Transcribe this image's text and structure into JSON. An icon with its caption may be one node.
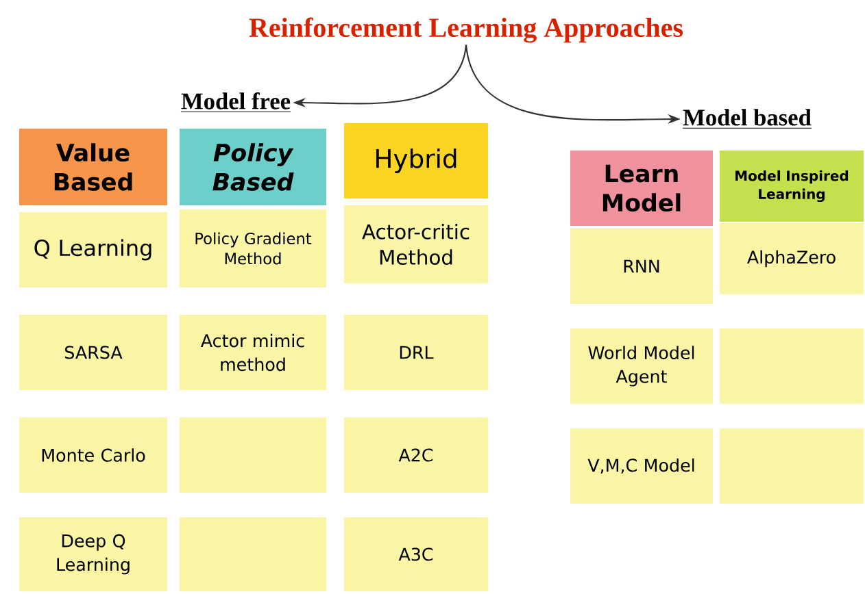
{
  "diagram": {
    "nodes": [
      {
        "text": [
          "Reinforcement Learning Approaches"
        ]
      },
      {
        "text": [
          "Model free"
        ]
      },
      {
        "text": [
          "Model based"
        ]
      },
      {
        "text": [
          "Value Based"
        ]
      },
      {
        "text": [
          "Q Learning"
        ]
      },
      {
        "text": [
          "SARSA"
        ]
      },
      {
        "text": [
          "Monte Carlo"
        ]
      },
      {
        "text": [
          "Deep Q Learning"
        ]
      },
      {
        "text": [
          "Policy Based"
        ]
      },
      {
        "text": [
          "Policy Gradient Method"
        ]
      },
      {
        "text": [
          "Actor mimic method"
        ]
      },
      {
        "text": [],
        "shape": "box"
      },
      {
        "text": [],
        "shape": "box"
      },
      {
        "text": [
          "Hybrid"
        ]
      },
      {
        "text": [
          "Actor-critic Method"
        ]
      },
      {
        "text": [
          "DRL"
        ]
      },
      {
        "text": [
          "A2C"
        ]
      },
      {
        "text": [
          "A3C"
        ]
      },
      {
        "text": [
          "Learn Model"
        ]
      },
      {
        "text": [
          "RNN"
        ]
      },
      {
        "text": [
          "World Model Agent"
        ]
      },
      {
        "text": [
          "V,M,C Model"
        ]
      },
      {
        "text": [
          "Model Inspired Learning"
        ]
      },
      {
        "text": [
          "AlphaZero"
        ]
      },
      {
        "text": [],
        "shape": "box"
      },
      {
        "text": [],
        "shape": "box"
      }
    ],
    "edges": [
      {
        "from": 0,
        "to": 1,
        "arrow": "to"
      },
      {
        "from": 0,
        "to": 2,
        "arrow": "to"
      }
    ]
  }
}
